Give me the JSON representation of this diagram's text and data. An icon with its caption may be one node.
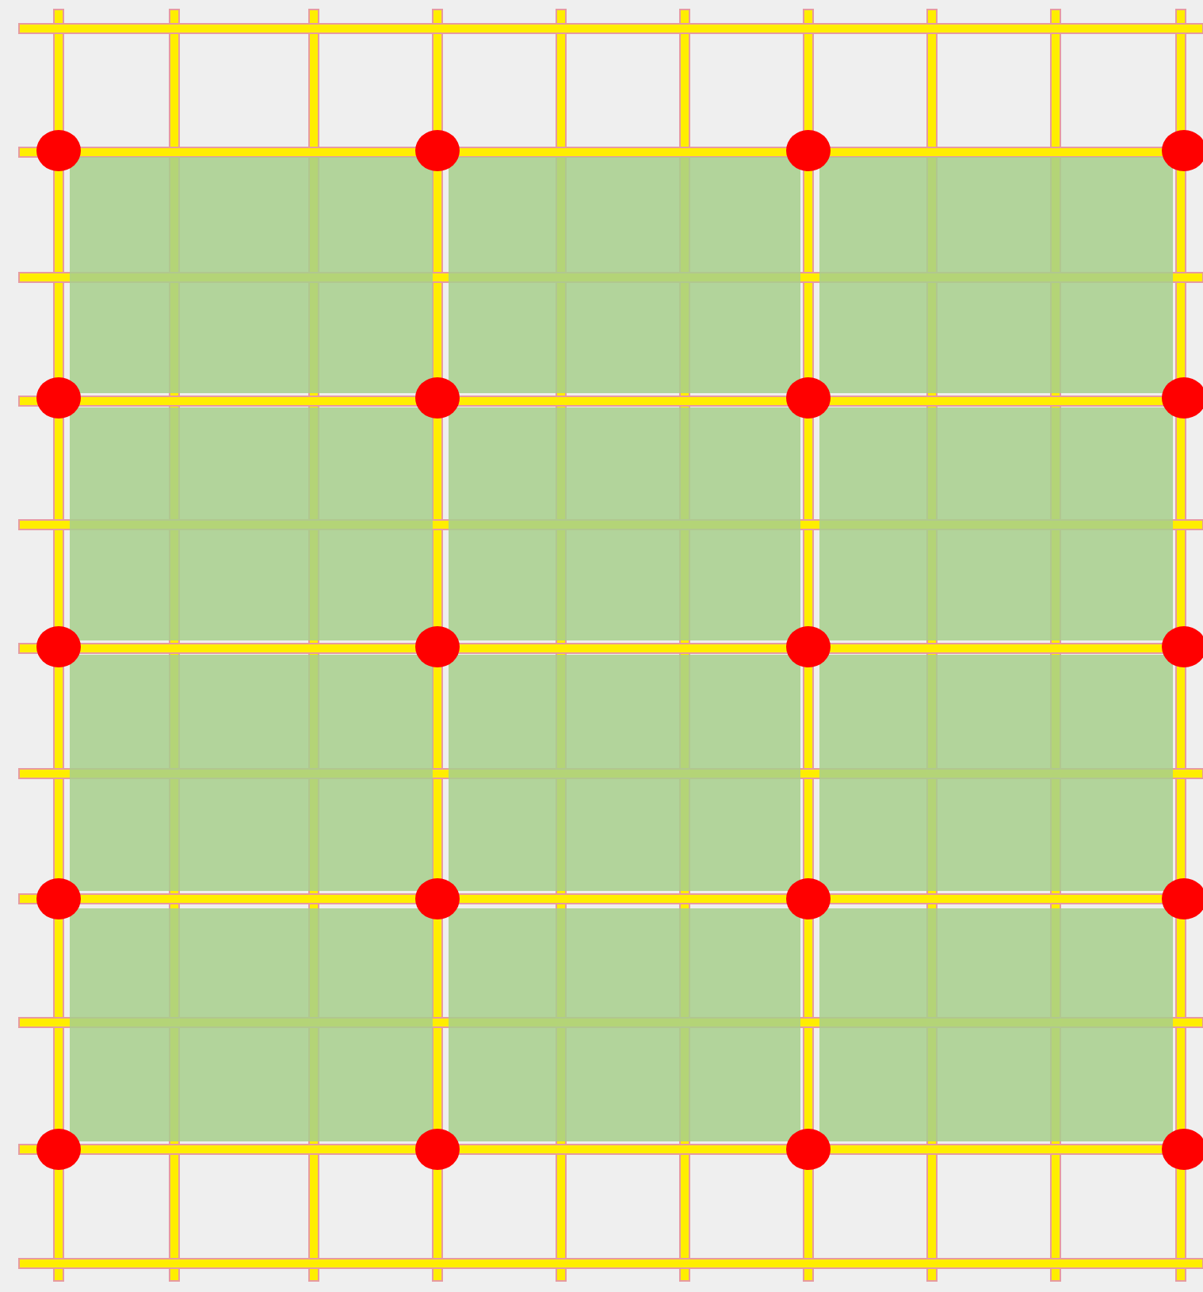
{
  "diagram": {
    "nodes": [
      {
        "text": [],
        "shape": "box"
      },
      {
        "text": [],
        "shape": "box"
      },
      {
        "text": [],
        "shape": "box"
      },
      {
        "text": [],
        "shape": "box"
      },
      {
        "text": [],
        "shape": "box"
      },
      {
        "text": [],
        "shape": "box"
      },
      {
        "text": [],
        "shape": "box"
      },
      {
        "text": [],
        "shape": "box"
      },
      {
        "text": [],
        "shape": "box"
      },
      {
        "text": [],
        "shape": "box"
      },
      {
        "text": [],
        "shape": "box"
      },
      {
        "text": [],
        "shape": "box"
      },
      {
        "text": [],
        "shape": "circle"
      },
      {
        "text": [],
        "shape": "circle"
      },
      {
        "text": [],
        "shape": "circle"
      },
      {
        "text": [],
        "shape": "circle"
      },
      {
        "text": [],
        "shape": "circle"
      },
      {
        "text": [],
        "shape": "circle"
      },
      {
        "text": [],
        "shape": "circle"
      },
      {
        "text": [],
        "shape": "circle"
      },
      {
        "text": [],
        "shape": "circle"
      },
      {
        "text": [],
        "shape": "circle"
      },
      {
        "text": [],
        "shape": "circle"
      },
      {
        "text": [],
        "shape": "circle"
      },
      {
        "text": [],
        "shape": "circle"
      },
      {
        "text": [],
        "shape": "circle"
      },
      {
        "text": [],
        "shape": "circle"
      },
      {
        "text": [],
        "shape": "circle"
      },
      {
        "text": [],
        "shape": "circle"
      },
      {
        "text": [],
        "shape": "circle"
      },
      {
        "text": [],
        "shape": "circle"
      },
      {
        "text": [],
        "shape": "circle"
      }
    ]
  }
}
